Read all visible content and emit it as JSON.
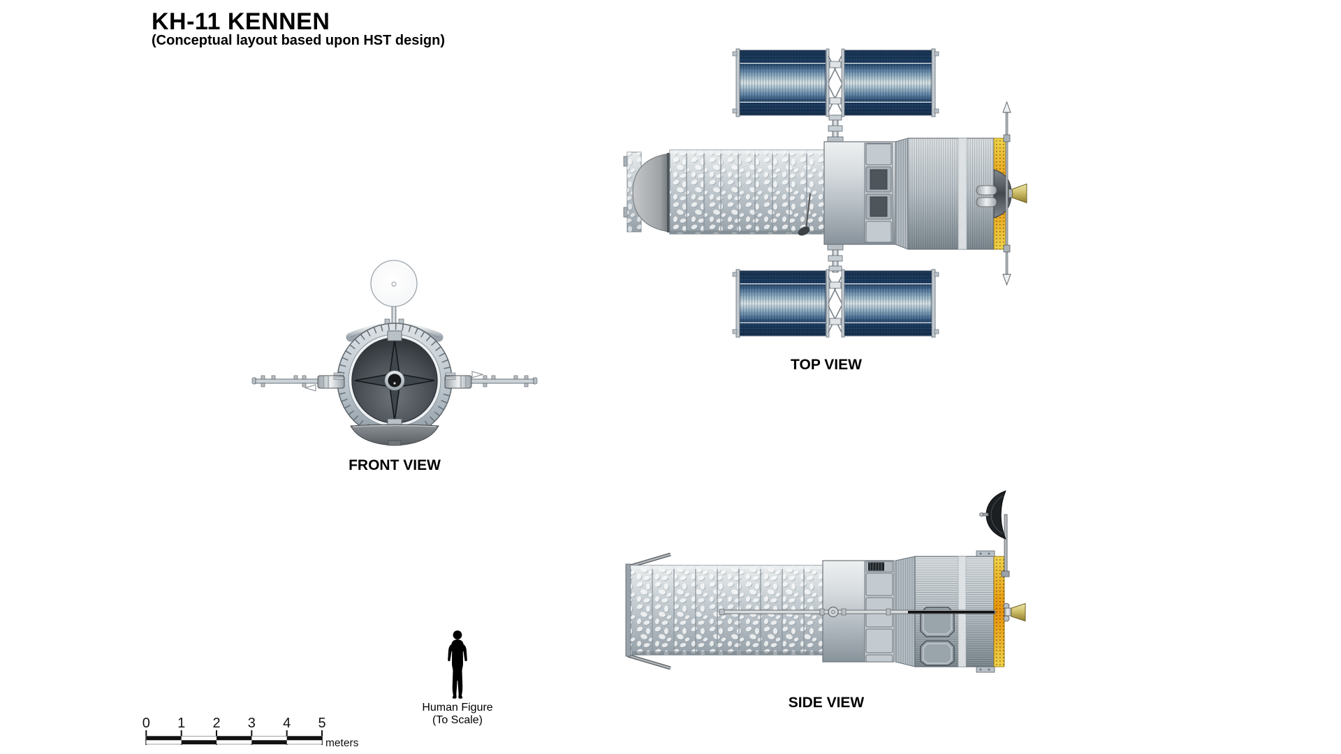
{
  "header": {
    "title": "KH-11 KENNEN",
    "subtitle": "(Conceptual layout based upon HST design)"
  },
  "views": {
    "top": {
      "label": "TOP VIEW"
    },
    "front": {
      "label": "FRONT VIEW"
    },
    "side": {
      "label": "SIDE VIEW"
    }
  },
  "scale_bar": {
    "ticks": [
      "0",
      "1",
      "2",
      "3",
      "4",
      "5"
    ],
    "unit": "meters"
  },
  "human_figure": {
    "caption_line1": "Human Figure",
    "caption_line2": "(To Scale)"
  },
  "colors": {
    "solar_panel_dark": "#1a3a5e",
    "solar_panel_mid": "#54789b",
    "solar_panel_light": "#d7e1e5",
    "insulation_orange": "#e8920a",
    "insulation_yellow": "#eed34a",
    "nozzle_gold": "#cfc06a",
    "nozzle_gold_dark": "#8f7d2e",
    "body_gray": "#c2c9cf",
    "ink": "#000000"
  }
}
